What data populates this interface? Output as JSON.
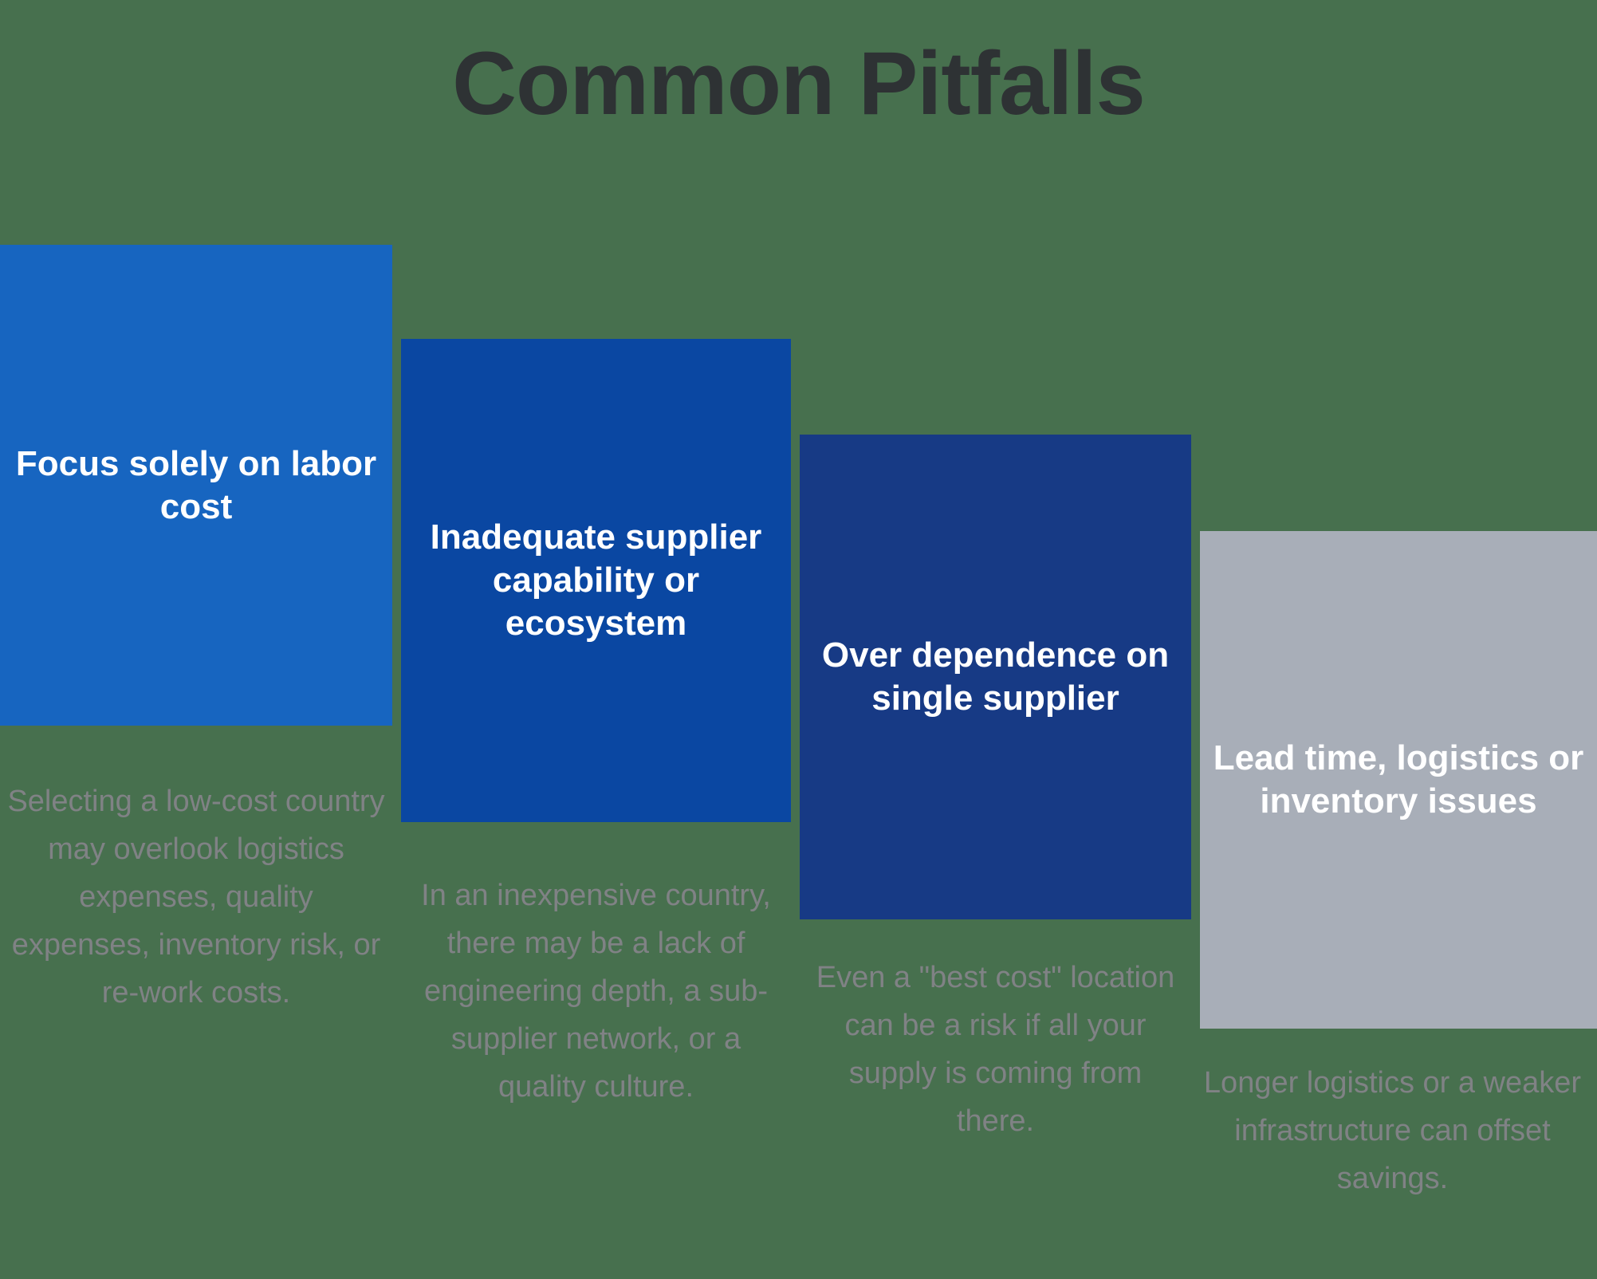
{
  "title": "Common Pitfalls",
  "theme": {
    "background": "#47704E",
    "title_color": "#2E3234",
    "description_color": "#808285",
    "heading_color": "#FFFFFF"
  },
  "pitfalls": [
    {
      "heading": "Focus solely on labor cost",
      "description": "Selecting a low-cost country may overlook logistics expenses, quality expenses, inventory risk, or re-work costs.",
      "color": "#1765C0"
    },
    {
      "heading": "Inadequate supplier capability or ecosystem",
      "description": "In an inexpensive country, there may be a lack of engineering depth, a sub- supplier network, or a quality culture.",
      "color": "#0A47A2"
    },
    {
      "heading": "Over dependence on single supplier",
      "description": "Even a \"best cost\" location can be a risk if all your supply is coming from there.",
      "color": "#173A85"
    },
    {
      "heading": "Lead time, logistics or inventory issues",
      "description": "Longer logistics or a weaker infrastructure can offset savings.",
      "color": "#A8AEB8"
    }
  ]
}
